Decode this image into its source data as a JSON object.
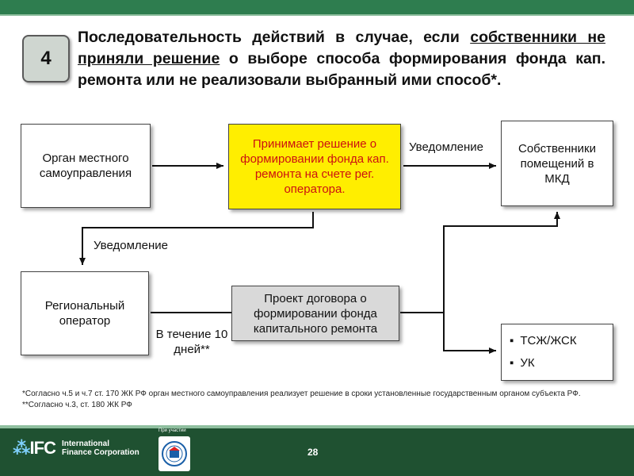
{
  "slide": {
    "badge": "4",
    "title_part1": "Последовательность действий в случае, если ",
    "title_underlined": "собственники не приняли решение",
    "title_part2": " о выборе способа формирования фонда кап. ремонта или не реализовали выбранный ими способ*.",
    "page_number": "28"
  },
  "boxes": {
    "local_gov": "Орган местного самоуправления",
    "decision": "Принимает решение о формировании фонда кап. ремонта на счете рег. оператора.",
    "owners": "Собственники помещений в МКД",
    "regional_operator": "Региональный оператор",
    "contract": "Проект договора о формировании фонда капитального ремонта",
    "list_items": [
      "ТСЖ/ЖСК",
      "УК"
    ]
  },
  "labels": {
    "notification_top": "Уведомление",
    "notification_left": "Уведомление",
    "deadline": "В течение 10 дней**"
  },
  "footnotes": {
    "note1": "*Согласно ч.5 и ч.7 ст. 170 ЖК РФ орган местного самоуправления реализует решение в сроки установленные государственным органом субъекта РФ.",
    "note2": "**Согласно ч.3, ст. 180 ЖК РФ"
  },
  "footer": {
    "logo_abbr": "IFC",
    "logo_name_line1": "International",
    "logo_name_line2": "Finance Corporation",
    "partner_caption": "При участии"
  },
  "colors": {
    "header_green": "#2e7d4f",
    "footer_green": "#1f5131",
    "decision_box_fill": "#ffee00",
    "decision_box_text": "#cc1111",
    "contract_box_fill": "#d9d9d9"
  }
}
